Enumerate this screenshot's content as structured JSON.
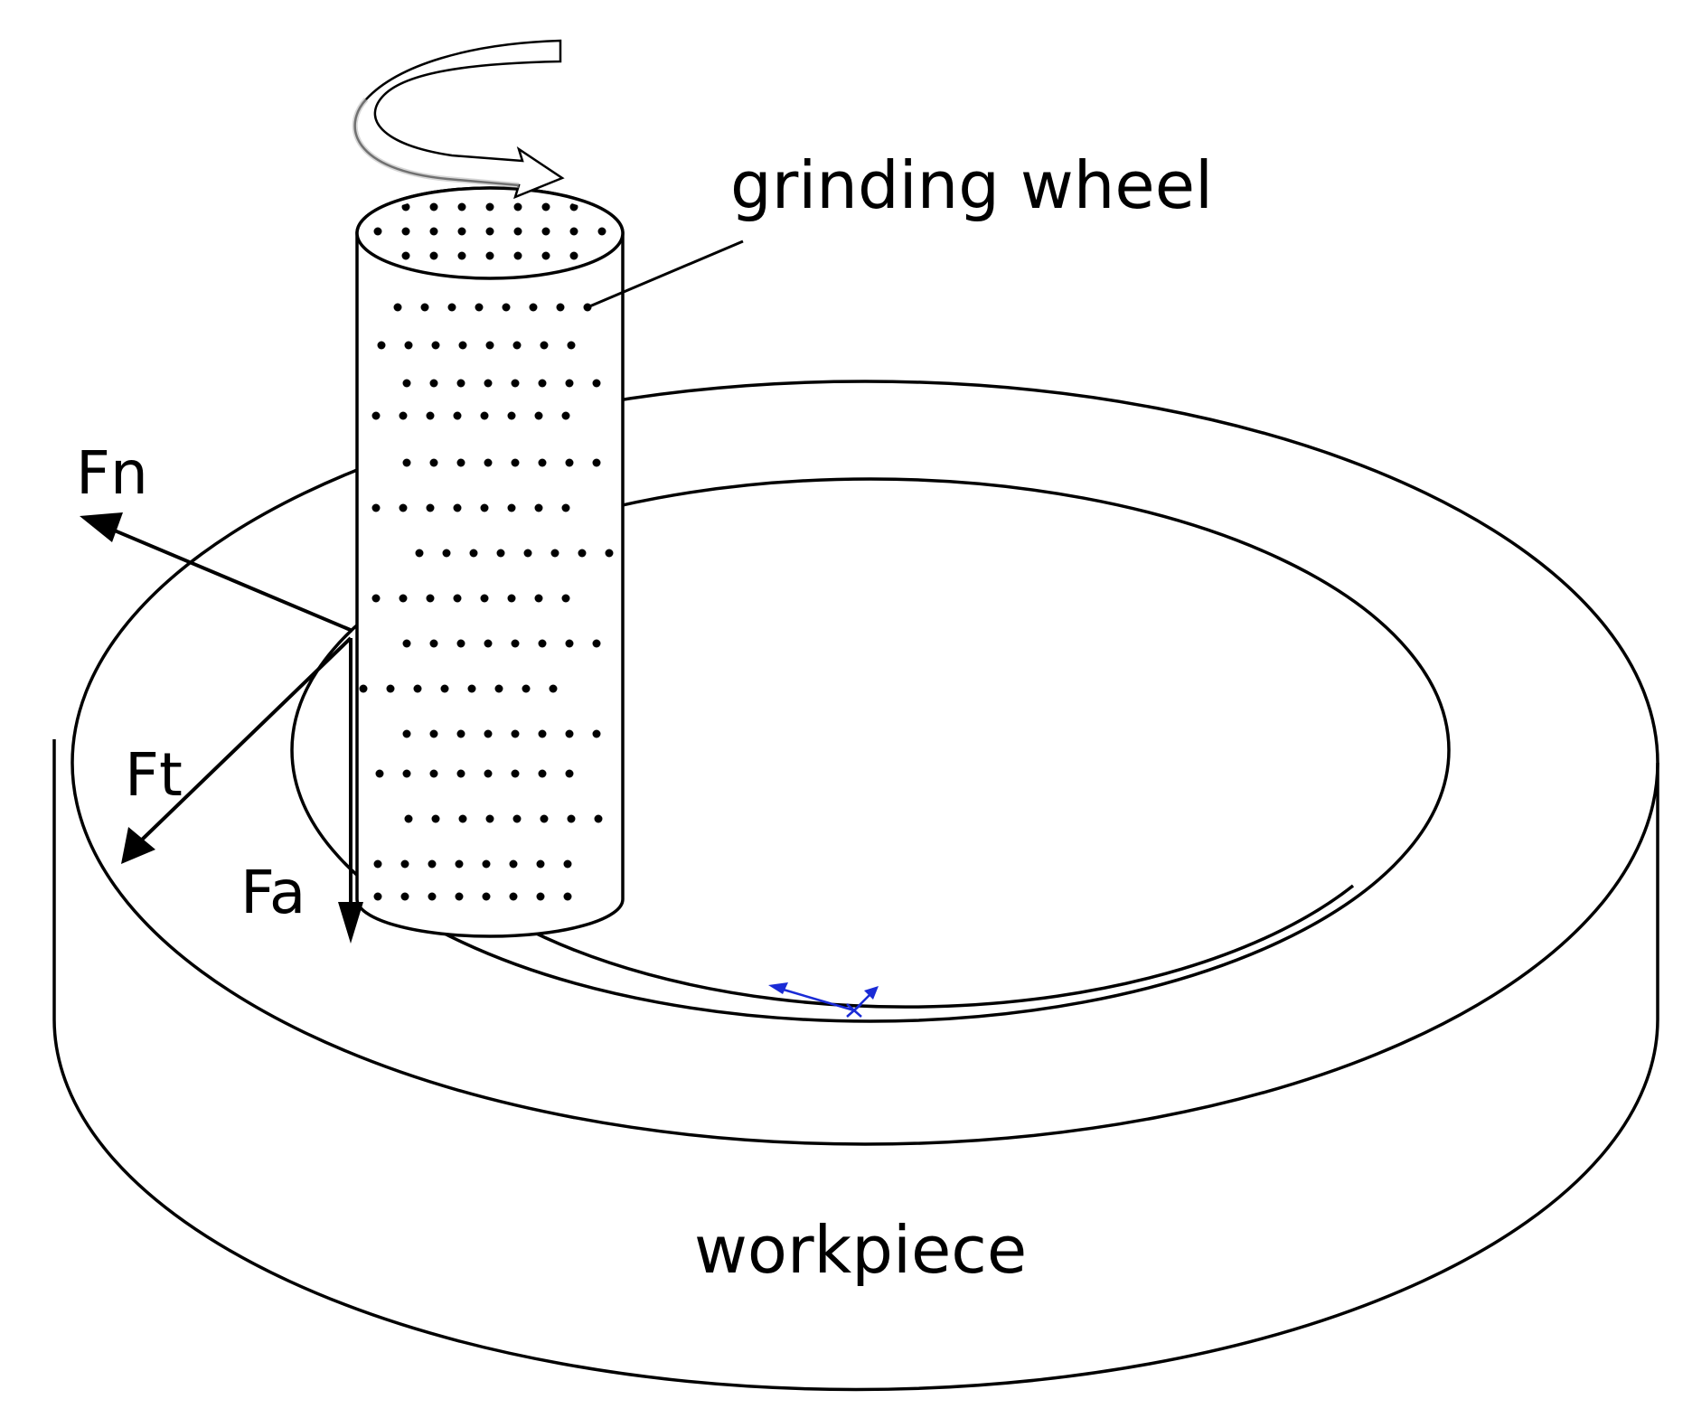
{
  "labels": {
    "grinding_wheel": "grinding wheel",
    "workpiece": "workpiece",
    "fn": "Fn",
    "ft": "Ft",
    "fa": "Fa"
  },
  "colors": {
    "stroke": "#000000",
    "background": "#ffffff",
    "marker": "#1a2bd6"
  }
}
